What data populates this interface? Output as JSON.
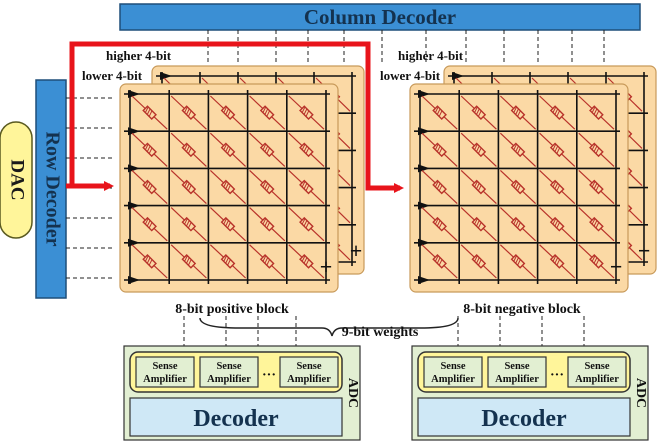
{
  "column_decoder": {
    "label": "Column Decoder"
  },
  "row_decoder": {
    "label": "Row Decoder"
  },
  "dac": {
    "label": "DAC"
  },
  "positive_block": {
    "higher_label": "higher 4-bit",
    "lower_label": "lower 4-bit",
    "caption": "8-bit positive block",
    "sign": "+"
  },
  "negative_block": {
    "higher_label": "higher 4-bit",
    "lower_label": "lower 4-bit",
    "caption": "8-bit negative block",
    "sign": "−"
  },
  "weights_label": "9-bit weights",
  "adc_left": {
    "side_label": "ADC",
    "decoder_label": "Decoder",
    "sense_amps": [
      "Sense Amplifier",
      "Sense Amplifier",
      "Sense Amplifier"
    ],
    "ellipsis": "···"
  },
  "adc_right": {
    "side_label": "ADC",
    "decoder_label": "Decoder",
    "sense_amps": [
      "Sense Amplifier",
      "Sense Amplifier",
      "Sense Amplifier"
    ],
    "ellipsis": "···"
  },
  "colors": {
    "decoder_blue": "#3b8fd4",
    "crossbar_fill": "#fbd9a5",
    "crossbar_stroke": "#c89a5a",
    "resistor": "#b8322a",
    "red_path": "#e8141b",
    "dac_fill": "#fff59a",
    "adc_fill": "#e2efd2",
    "sa_group_fill": "#fff59a",
    "decoder_box": "#cfe8f6"
  }
}
